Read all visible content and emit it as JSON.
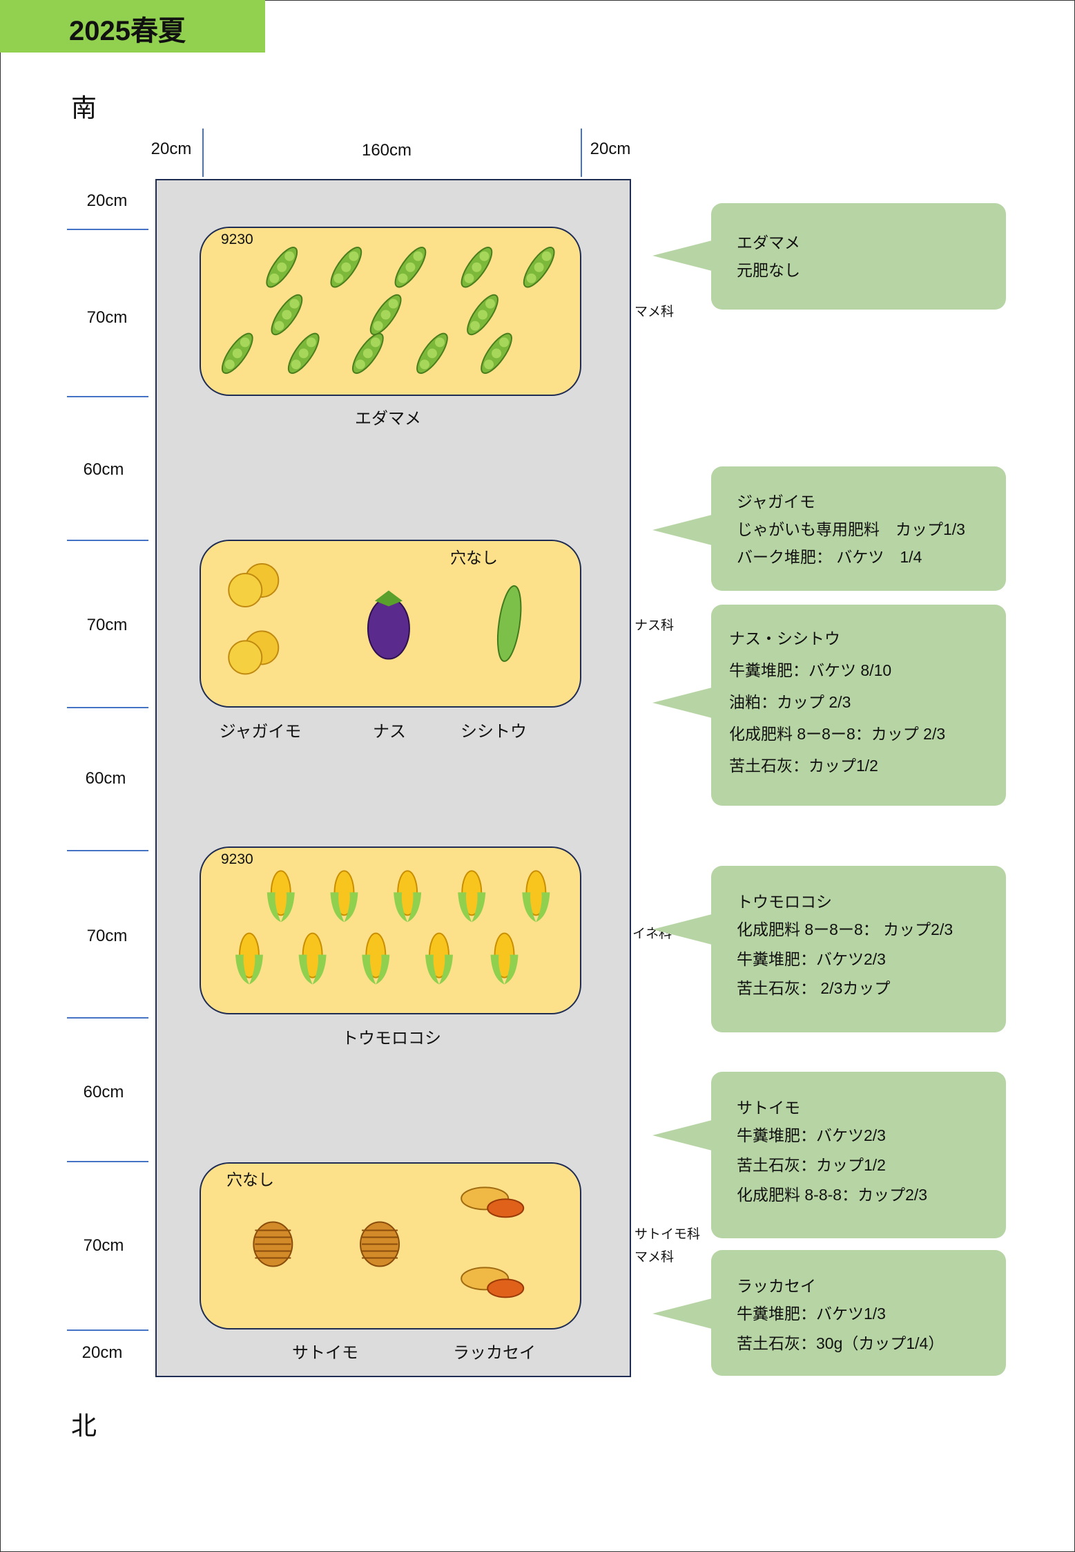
{
  "title": "2025春夏",
  "directions": {
    "south": "南",
    "north": "北"
  },
  "top_dims": [
    "20cm",
    "160cm",
    "20cm"
  ],
  "left_dims": [
    "20cm",
    "70cm",
    "60cm",
    "70cm",
    "60cm",
    "70cm",
    "60cm",
    "70cm",
    "20cm"
  ],
  "beds": [
    {
      "note": "9230",
      "labels": [
        "エダマメ"
      ],
      "family": [
        "マメ科"
      ]
    },
    {
      "note": "穴なし",
      "labels": [
        "ジャガイモ",
        "ナス",
        "シシトウ"
      ],
      "family": [
        "ナス科"
      ]
    },
    {
      "note": "9230",
      "labels": [
        "トウモロコシ"
      ],
      "family": [
        "イネ科"
      ]
    },
    {
      "note": "穴なし",
      "labels": [
        "サトイモ",
        "ラッカセイ"
      ],
      "family": [
        "サトイモ科",
        "マメ科"
      ]
    }
  ],
  "callouts": [
    {
      "lines": [
        "エダマメ",
        "元肥なし"
      ]
    },
    {
      "lines": [
        "ジャガイモ",
        "じゃがいも専用肥料　カップ1/3",
        "バーク堆肥： バケツ　1/4"
      ]
    },
    {
      "lines": [
        "ナス・シシトウ",
        "牛糞堆肥：バケツ  8/10",
        "油粕：カップ 2/3",
        "化成肥料 8ー8ー8：カップ 2/3",
        "苦土石灰：カップ1/2"
      ]
    },
    {
      "lines": [
        "トウモロコシ",
        "化成肥料 8ー8ー8： カップ2/3",
        "牛糞堆肥：バケツ2/3",
        "苦土石灰： 2/3カップ"
      ]
    },
    {
      "lines": [
        "サトイモ",
        "牛糞堆肥：バケツ2/3",
        "苦土石灰：カップ1/2",
        "化成肥料 8-8-8：カップ2/3"
      ]
    },
    {
      "lines": [
        "ラッカセイ",
        "牛糞堆肥：バケツ1/3",
        "苦土石灰：30g（カップ1/4）"
      ]
    }
  ],
  "colors": {
    "title_bg": "#92d050",
    "field": "#dcdcdc",
    "bed": "#fde08a",
    "callout": "#b7d5a4",
    "dim_line": "#4472c4"
  }
}
